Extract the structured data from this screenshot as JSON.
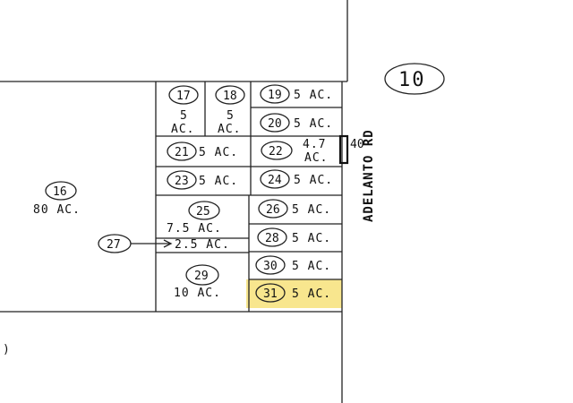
{
  "map_number": "10",
  "road_name": "ADELANTO RD",
  "road_width": "40",
  "colors": {
    "highlight": "#f7e27a"
  },
  "parcels": [
    {
      "id": "16",
      "area": "80 AC."
    },
    {
      "id": "17",
      "area_line1": "5",
      "area_line2": "AC."
    },
    {
      "id": "18",
      "area_line1": "5",
      "area_line2": "AC."
    },
    {
      "id": "19",
      "area": "5 AC."
    },
    {
      "id": "20",
      "area": "5 AC."
    },
    {
      "id": "21",
      "area": "5 AC."
    },
    {
      "id": "22",
      "area_line1": "4.7",
      "area_line2": "AC."
    },
    {
      "id": "23",
      "area": "5 AC."
    },
    {
      "id": "24",
      "area": "5 AC."
    },
    {
      "id": "25",
      "area": "7.5 AC."
    },
    {
      "id": "26",
      "area": "5 AC."
    },
    {
      "id": "27",
      "area": "2.5 AC."
    },
    {
      "id": "28",
      "area": "5 AC."
    },
    {
      "id": "29",
      "area": "10 AC."
    },
    {
      "id": "30",
      "area": "5 AC."
    },
    {
      "id": "31",
      "area": "5 AC.",
      "highlighted": true
    }
  ],
  "edge_mark": ")"
}
